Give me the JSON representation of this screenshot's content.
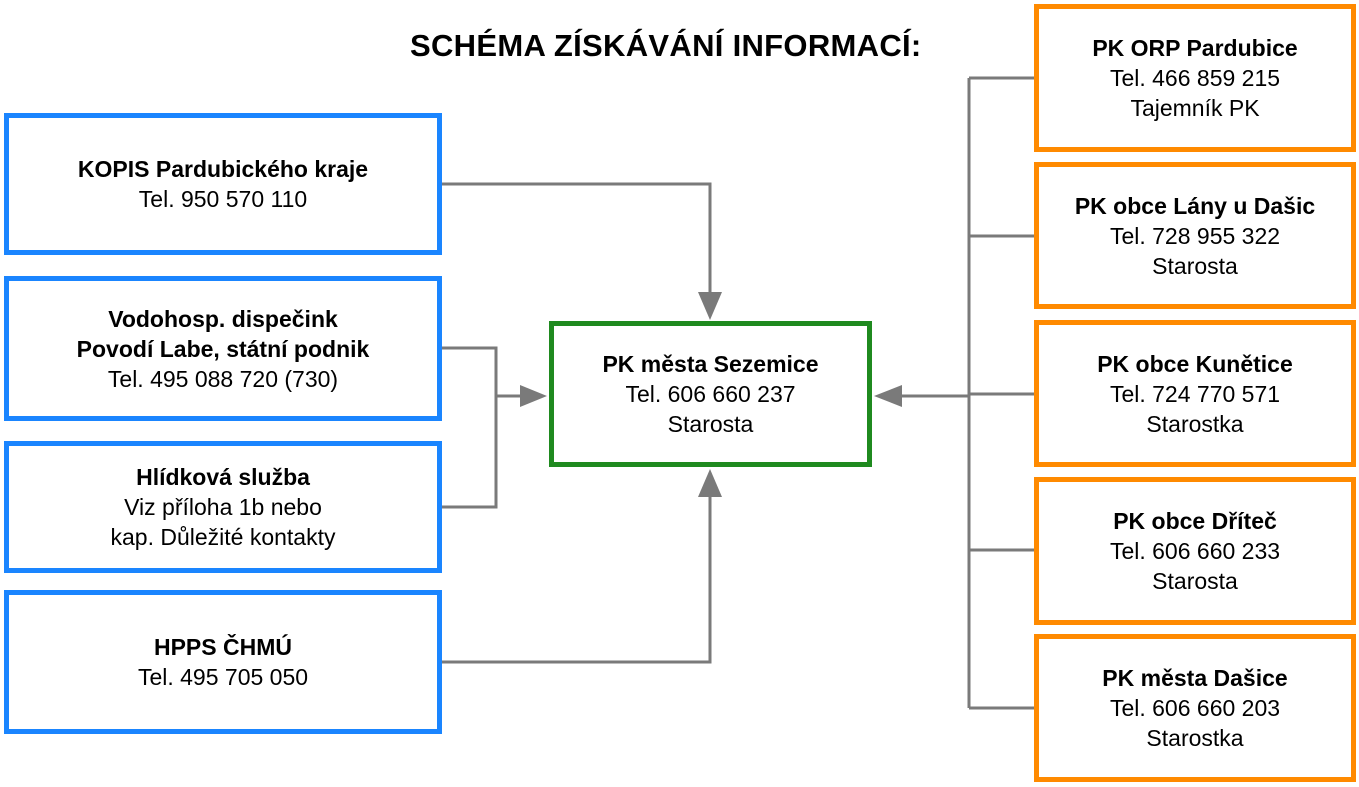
{
  "title": "SCHÉMA ZÍSKÁVÁNÍ INFORMACÍ:",
  "colors": {
    "source_border": "#1a85ff",
    "center_border": "#1f8a1f",
    "municipality_border": "#ff8a00",
    "connector": "#7a7a7a"
  },
  "sources": [
    {
      "name": "KOPIS Pardubického kraje",
      "lines": [
        "Tel. 950 570 110"
      ]
    },
    {
      "name": "Vodohosp. dispečink",
      "name2": "Povodí Labe, státní podnik",
      "lines": [
        "Tel. 495 088 720 (730)"
      ]
    },
    {
      "name": "Hlídková služba",
      "lines": [
        "Viz příloha 1b nebo",
        "kap. Důležité kontakty"
      ]
    },
    {
      "name": "HPPS ČHMÚ",
      "lines": [
        "Tel. 495 705 050"
      ]
    }
  ],
  "center": {
    "name": "PK města Sezemice",
    "lines": [
      "Tel. 606 660 237",
      "Starosta"
    ]
  },
  "municipalities": [
    {
      "name": "PK ORP Pardubice",
      "lines": [
        "Tel. 466 859 215",
        "Tajemník PK"
      ]
    },
    {
      "name": "PK obce Lány u Dašic",
      "lines": [
        "Tel. 728 955 322",
        "Starosta"
      ]
    },
    {
      "name": "PK obce Kunětice",
      "lines": [
        "Tel. 724 770 571",
        "Starostka"
      ]
    },
    {
      "name": "PK obce Dříteč",
      "lines": [
        "Tel. 606 660 233",
        "Starosta"
      ]
    },
    {
      "name": "PK města Dašice",
      "lines": [
        "Tel. 606 660 203",
        "Starostka"
      ]
    }
  ]
}
